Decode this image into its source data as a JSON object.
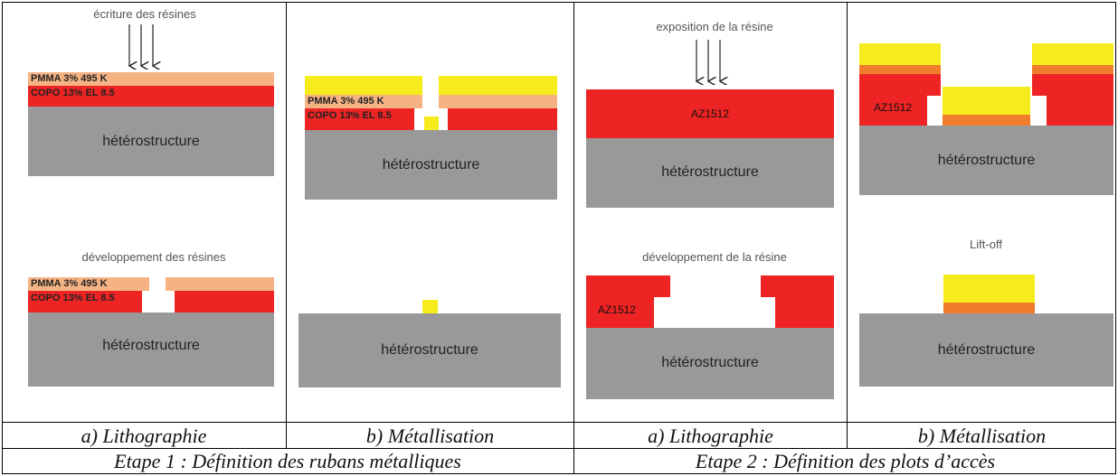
{
  "layers": {
    "pmma": "PMMA 3% 495 K",
    "copo": "COPO 13% EL 8.5",
    "substrate": "hétérostructure",
    "az": "AZ1512"
  },
  "captions": {
    "write": "écriture des résines",
    "develop_plural": "développement des résines",
    "expose": "exposition de la résine",
    "develop_single": "développement de la résine",
    "liftoff": "Lift-off"
  },
  "subtitles": {
    "s1a": "a) Lithographie",
    "s1b": "b) Métallisation",
    "s2a": "a) Lithographie",
    "s2b": "b) Métallisation"
  },
  "steps": {
    "step1": "Etape 1 : Définition des rubans métalliques",
    "step2": "Etape 2 : Définition des plots d’accès"
  },
  "colors": {
    "substrate": "#999999",
    "copo_az": "#ee2424",
    "pmma": "#f5b383",
    "metal_top": "#f6ec1c",
    "metal_bottom": "#ef7d2b"
  }
}
